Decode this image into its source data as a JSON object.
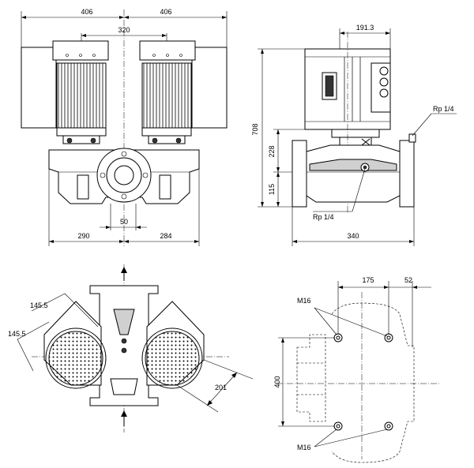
{
  "views": {
    "front": {
      "dims": {
        "left_width": "406",
        "right_width": "406",
        "motor_spacing": "320",
        "offset": "50",
        "left_to_center": "290",
        "right_to_center": "284"
      }
    },
    "side": {
      "dims": {
        "total_height": "708",
        "upper_height": "228",
        "base_height": "115",
        "top_width": "191.3",
        "length": "340"
      },
      "labels": {
        "port_top": "Rp 1/4",
        "port_bottom": "Rp 1/4"
      }
    },
    "top": {
      "dims": {
        "angled_a": "145.5",
        "angled_b": "145.5",
        "diagonal": "201"
      }
    },
    "flange": {
      "dims": {
        "bolt_spacing": "175",
        "edge_offset": "52",
        "height": "400"
      },
      "labels": {
        "bolt_top": "M16",
        "bolt_bottom": "M16"
      }
    }
  }
}
